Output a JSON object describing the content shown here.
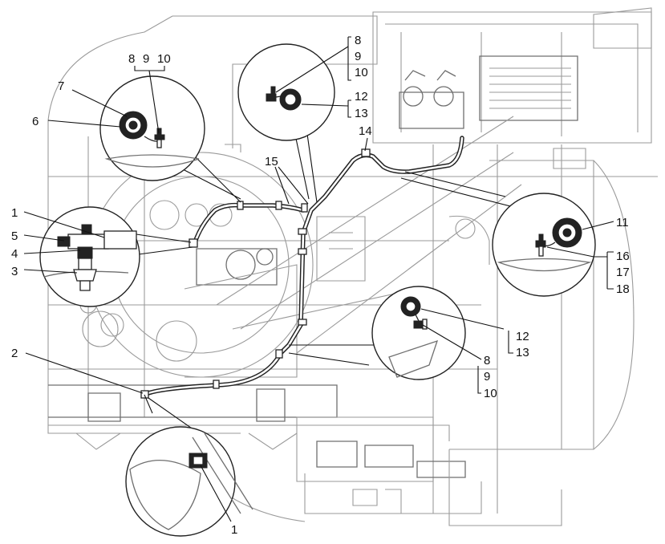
{
  "callouts": {
    "c_1_top": "1",
    "c_1_bottom": "1",
    "c_2": "2",
    "c_3": "3",
    "c_4": "4",
    "c_5": "5",
    "c_6": "6",
    "c_7": "7",
    "c_8_left": "8",
    "c_9_left": "9",
    "c_10_left": "10",
    "c_8_top": "8",
    "c_9_top": "9",
    "c_10_top": "10",
    "c_12_top": "12",
    "c_13_top": "13",
    "c_14": "14",
    "c_15": "15",
    "c_11": "11",
    "c_16": "16",
    "c_17": "17",
    "c_18": "18",
    "c_12_right": "12",
    "c_13_right": "13",
    "c_8_right": "8",
    "c_9_right": "9",
    "c_10_right": "10"
  }
}
